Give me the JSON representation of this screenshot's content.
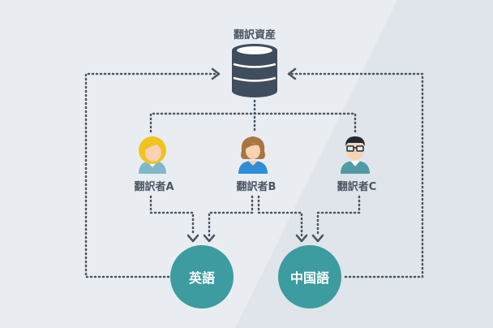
{
  "diagram": {
    "database": {
      "label": "翻訳資産",
      "icon": "database-icon"
    },
    "translators": [
      {
        "label": "翻訳者A",
        "icon": "translator-woman-blonde-icon"
      },
      {
        "label": "翻訳者B",
        "icon": "translator-woman-brown-hair-icon"
      },
      {
        "label": "翻訳者C",
        "icon": "translator-man-glasses-icon"
      }
    ],
    "outputs": [
      {
        "label": "英語"
      },
      {
        "label": "中国語"
      }
    ],
    "colors": {
      "background": "#e9edf1",
      "background_diagonal": "#dfe5ea",
      "teal": "#3c9ca0",
      "line": "#4a5563",
      "database": "#3f4d5c"
    }
  }
}
